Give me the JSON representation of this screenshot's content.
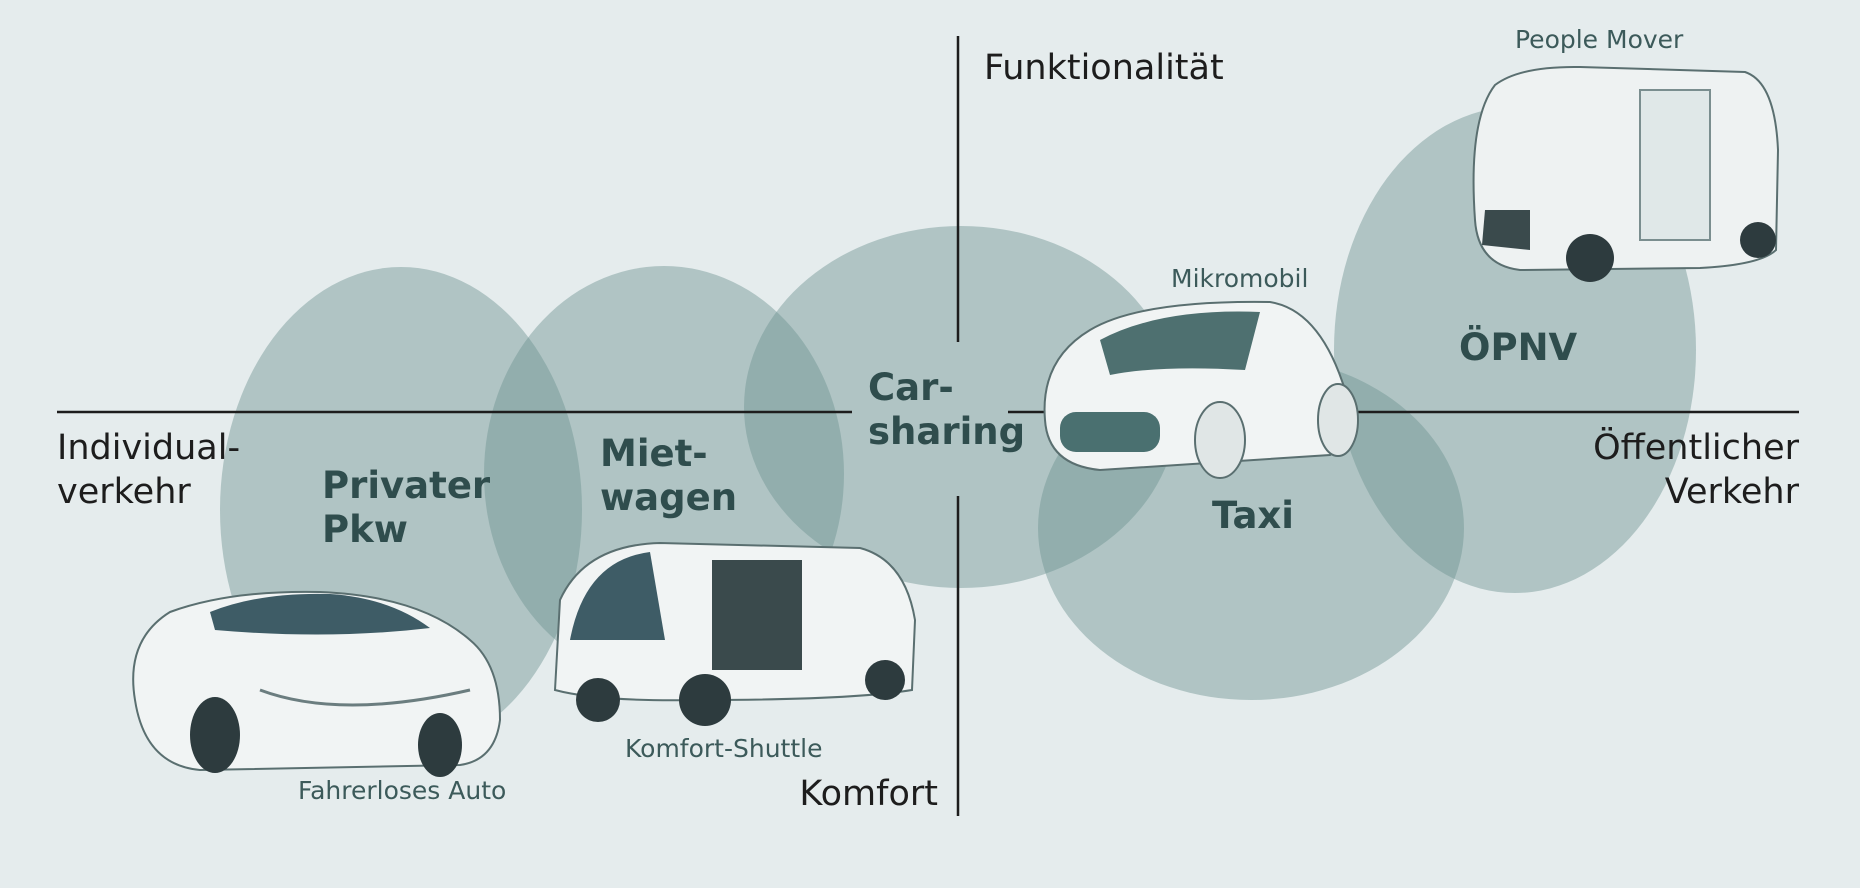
{
  "colors": {
    "background": "#e5eced",
    "ellipse": "#6f9592",
    "label": "#2f4d4d",
    "axis": "#1d1d1d"
  },
  "axes": {
    "top": "Funktionalität",
    "bottom": "Komfort",
    "left": "Individual-\nverkehr",
    "right": "Öffentlicher\nVerkehr"
  },
  "segments": [
    {
      "label": "Privater\nPkw"
    },
    {
      "label": "Miet-\nwagen"
    },
    {
      "label": "Car-\nsharing"
    },
    {
      "label": "Taxi"
    },
    {
      "label": "ÖPNV"
    }
  ],
  "vehicles": [
    "Fahrerloses Auto",
    "Komfort-Shuttle",
    "Mikromobil",
    "People Mover"
  ]
}
